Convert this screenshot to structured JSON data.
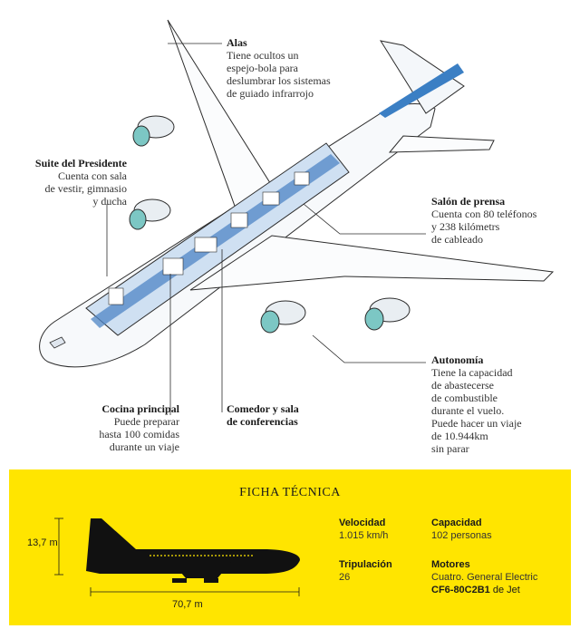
{
  "callouts": {
    "alas": {
      "title": "Alas",
      "text": "Tiene ocultos un\nespejo-bola para\ndeslumbrar los sistemas\nde guiado infrarrojo"
    },
    "suite": {
      "title": "Suite del Presidente",
      "text": "Cuenta con sala\nde vestir, gimnasio\ny ducha"
    },
    "salon": {
      "title": "Salón de prensa",
      "text": "Cuenta con 80 teléfonos\ny 238 kilómetrs\nde cableado"
    },
    "autonomia": {
      "title": "Autonomía",
      "text": "Tiene la capacidad\nde abastecerse\nde combustible\ndurante el vuelo.\nPuede hacer un viaje\nde 10.944km\nsin parar"
    },
    "cocina": {
      "title": "Cocina principal",
      "text": "Puede preparar\nhasta 100 comidas\ndurante un viaje"
    },
    "comedor": {
      "title": "Comedor y sala\nde conferencias",
      "text": ""
    }
  },
  "ficha": {
    "title": "FICHA TÉCNICA",
    "height_label": "13,7 m",
    "length_label": "70,7 m",
    "velocidad": {
      "label": "Velocidad",
      "value": "1.015 km/h"
    },
    "capacidad": {
      "label": "Capacidad",
      "value": "102 personas"
    },
    "tripulacion": {
      "label": "Tripulación",
      "value": "26"
    },
    "motores": {
      "label": "Motores",
      "value": "Cuatro. General Electric",
      "value2_bold": "CF6-80C2B1",
      "value2_rest": " de Jet"
    }
  },
  "colors": {
    "accent": "#ffe500",
    "engine": "#7cc7c4",
    "cabin": "#4f86c6",
    "fin_stripe": "#3b7fc4",
    "outline": "#2c2c2c"
  }
}
